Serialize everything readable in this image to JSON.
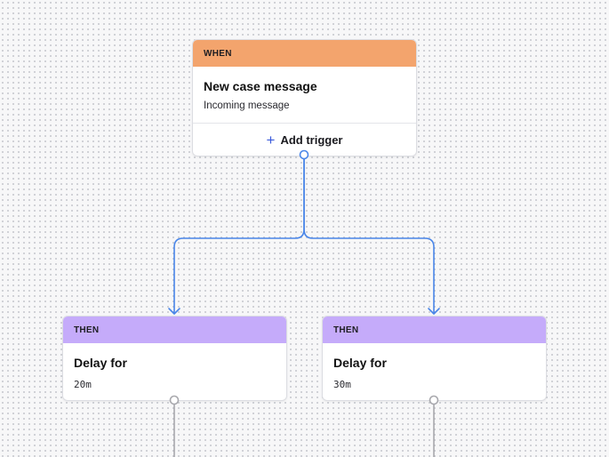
{
  "when_card": {
    "header": "WHEN",
    "title": "New case message",
    "subtitle": "Incoming message",
    "add_trigger_label": "Add trigger"
  },
  "then_cards": [
    {
      "header": "THEN",
      "title": "Delay for",
      "value": "20m"
    },
    {
      "header": "THEN",
      "title": "Delay for",
      "value": "30m"
    }
  ],
  "colors": {
    "when_header": "#f3a46d",
    "then_header": "#c5abfa",
    "connector_active": "#4a86e8",
    "connector_inactive": "#a8a8ad"
  },
  "icons": {
    "add_trigger": "plus-icon",
    "branch_arrow": "arrow-down-icon"
  }
}
